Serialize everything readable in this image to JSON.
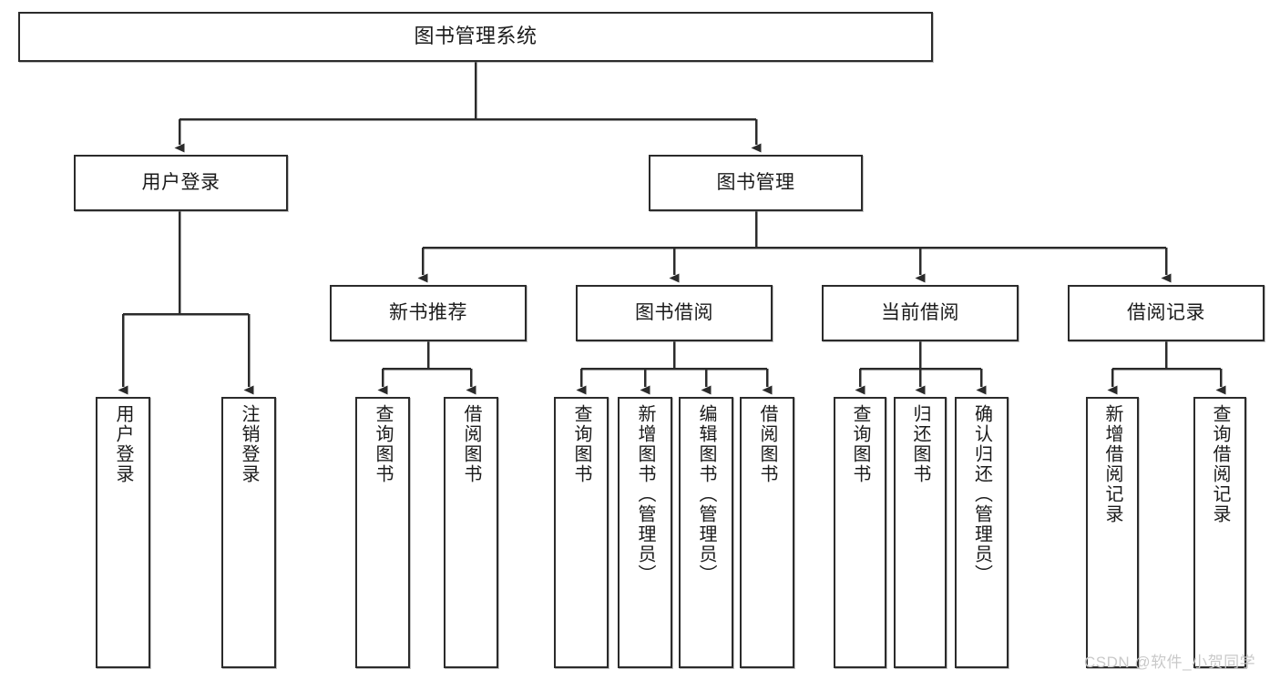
{
  "diagram": {
    "title": "图书管理系统",
    "type": "hierarchy-tree",
    "watermark": "CSDN @软件_小贺同学",
    "colors": {
      "border": "#2b2b2b",
      "text": "#1b1b1b",
      "background": "#ffffff",
      "edge": "#2b2b2b",
      "watermark": "#c9c9c9"
    },
    "nodes": {
      "root": {
        "label": "图书管理系统",
        "orientation": "horizontal",
        "level": 0
      },
      "user_login": {
        "label": "用户登录",
        "orientation": "horizontal",
        "level": 1
      },
      "book_manage": {
        "label": "图书管理",
        "orientation": "horizontal",
        "level": 1
      },
      "new_book_rec": {
        "label": "新书推荐",
        "orientation": "horizontal",
        "level": 2
      },
      "book_borrow": {
        "label": "图书借阅",
        "orientation": "horizontal",
        "level": 2
      },
      "current_borrow": {
        "label": "当前借阅",
        "orientation": "horizontal",
        "level": 2
      },
      "borrow_record": {
        "label": "借阅记录",
        "orientation": "horizontal",
        "level": 2
      },
      "leaf_user_login": {
        "label": "用户登录",
        "orientation": "vertical",
        "level": 2
      },
      "leaf_logout": {
        "label": "注销登录",
        "orientation": "vertical",
        "level": 2
      },
      "leaf_query_book_1": {
        "label": "查询图书",
        "orientation": "vertical",
        "level": 3
      },
      "leaf_borrow_book_1": {
        "label": "借阅图书",
        "orientation": "vertical",
        "level": 3
      },
      "leaf_query_book_2": {
        "label": "查询图书",
        "orientation": "vertical",
        "level": 3
      },
      "leaf_add_book": {
        "label": "新增图书（管理员）",
        "orientation": "vertical",
        "level": 3
      },
      "leaf_edit_book": {
        "label": "编辑图书（管理员）",
        "orientation": "vertical",
        "level": 3
      },
      "leaf_borrow_book_2": {
        "label": "借阅图书",
        "orientation": "vertical",
        "level": 3
      },
      "leaf_query_book_3": {
        "label": "查询图书",
        "orientation": "vertical",
        "level": 3
      },
      "leaf_return_book": {
        "label": "归还图书",
        "orientation": "vertical",
        "level": 3
      },
      "leaf_confirm_return": {
        "label": "确认归还（管理员）",
        "orientation": "vertical",
        "level": 3
      },
      "leaf_add_record": {
        "label": "新增借阅记录",
        "orientation": "vertical",
        "level": 3
      },
      "leaf_query_record": {
        "label": "查询借阅记录",
        "orientation": "vertical",
        "level": 3
      }
    },
    "edges": [
      {
        "from": "root",
        "to": "user_login"
      },
      {
        "from": "root",
        "to": "book_manage"
      },
      {
        "from": "user_login",
        "to": "leaf_user_login"
      },
      {
        "from": "user_login",
        "to": "leaf_logout"
      },
      {
        "from": "book_manage",
        "to": "new_book_rec"
      },
      {
        "from": "book_manage",
        "to": "book_borrow"
      },
      {
        "from": "book_manage",
        "to": "current_borrow"
      },
      {
        "from": "book_manage",
        "to": "borrow_record"
      },
      {
        "from": "new_book_rec",
        "to": "leaf_query_book_1"
      },
      {
        "from": "new_book_rec",
        "to": "leaf_borrow_book_1"
      },
      {
        "from": "book_borrow",
        "to": "leaf_query_book_2"
      },
      {
        "from": "book_borrow",
        "to": "leaf_add_book"
      },
      {
        "from": "book_borrow",
        "to": "leaf_edit_book"
      },
      {
        "from": "book_borrow",
        "to": "leaf_borrow_book_2"
      },
      {
        "from": "current_borrow",
        "to": "leaf_query_book_3"
      },
      {
        "from": "current_borrow",
        "to": "leaf_return_book"
      },
      {
        "from": "current_borrow",
        "to": "leaf_confirm_return"
      },
      {
        "from": "borrow_record",
        "to": "leaf_add_record"
      },
      {
        "from": "borrow_record",
        "to": "leaf_query_record"
      }
    ]
  }
}
